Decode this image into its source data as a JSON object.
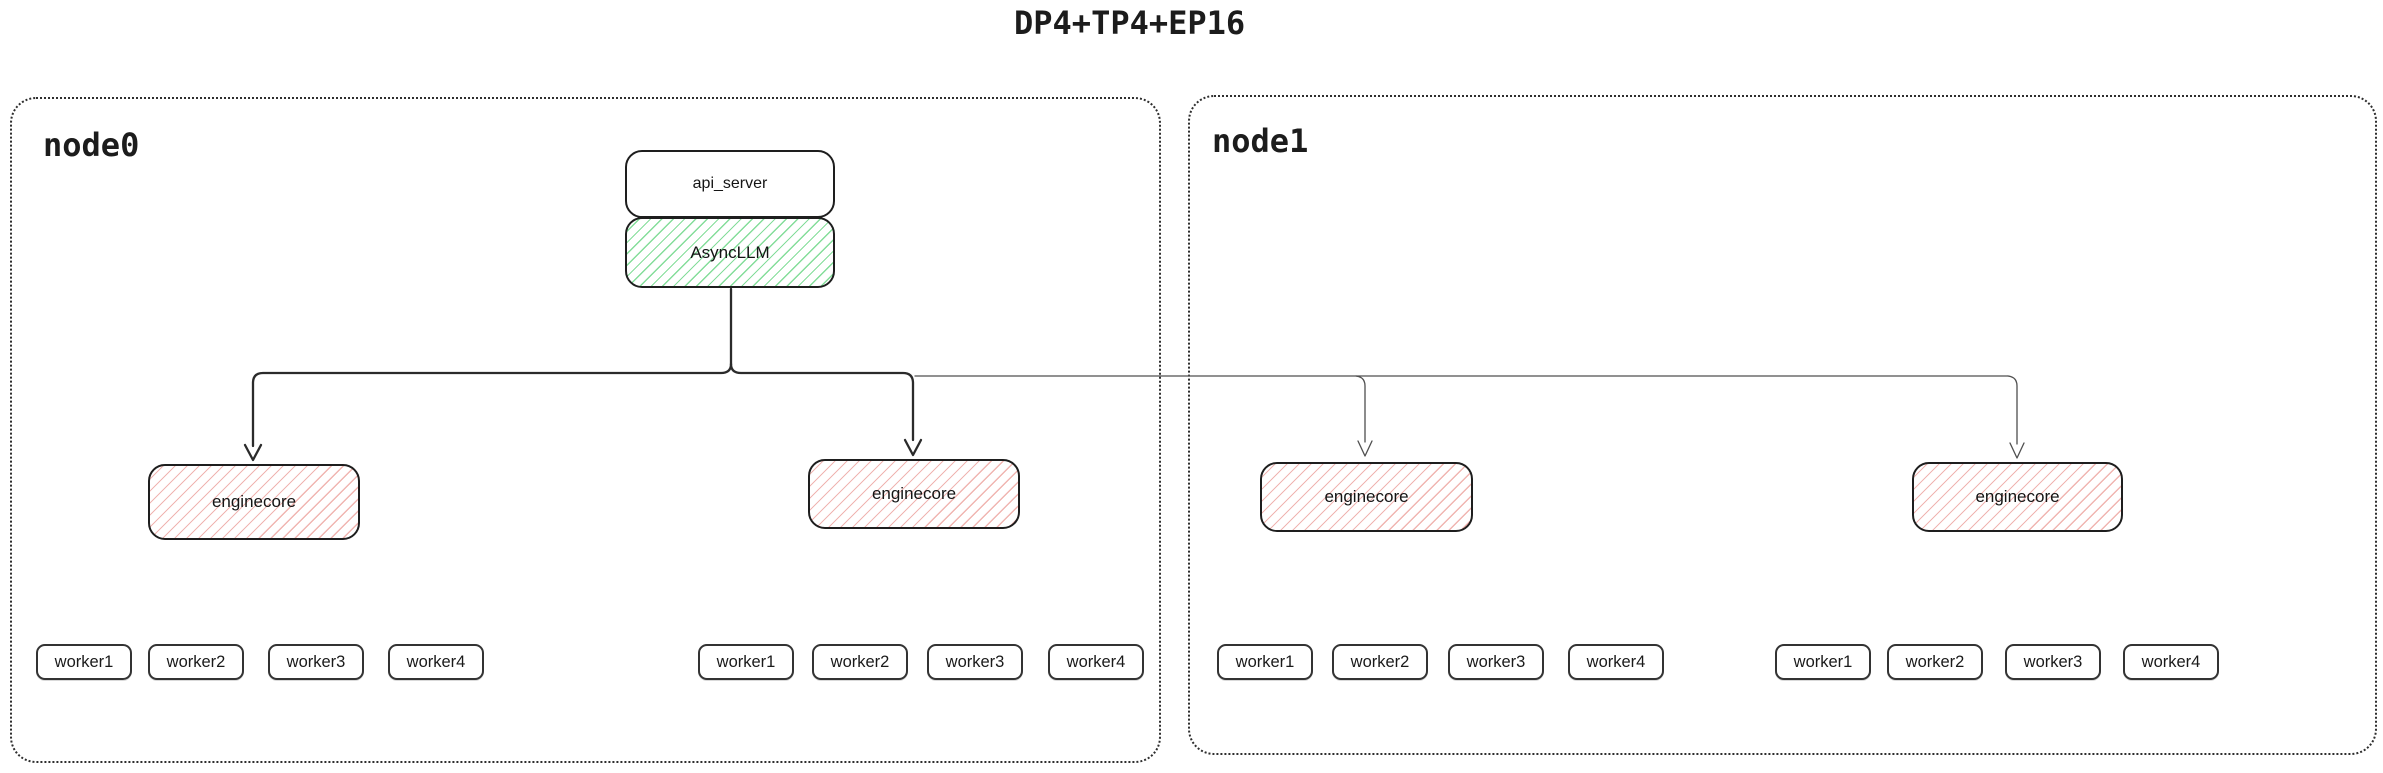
{
  "title": "DP4+TP4+EP16",
  "colors": {
    "border": "#1e1e1e",
    "node_border": "#2e2e2e",
    "green_hatch": "#84dd9a",
    "red_hatch": "#f0b5b1",
    "arrow_dark": "#2b2b2b",
    "arrow_thin": "#4f4f4f"
  },
  "nodes": [
    {
      "label": "node0",
      "api_server": {
        "label": "api_server"
      },
      "async_llm": {
        "label": "AsyncLLM"
      },
      "enginecores": [
        {
          "label": "enginecore"
        },
        {
          "label": "enginecore"
        }
      ],
      "worker_groups": [
        {
          "workers": [
            "worker1",
            "worker2",
            "worker3",
            "worker4"
          ]
        },
        {
          "workers": [
            "worker1",
            "worker2",
            "worker3",
            "worker4"
          ]
        }
      ]
    },
    {
      "label": "node1",
      "enginecores": [
        {
          "label": "enginecore"
        },
        {
          "label": "enginecore"
        }
      ],
      "worker_groups": [
        {
          "workers": [
            "worker1",
            "worker2",
            "worker3",
            "worker4"
          ]
        },
        {
          "workers": [
            "worker1",
            "worker2",
            "worker3",
            "worker4"
          ]
        }
      ]
    }
  ]
}
